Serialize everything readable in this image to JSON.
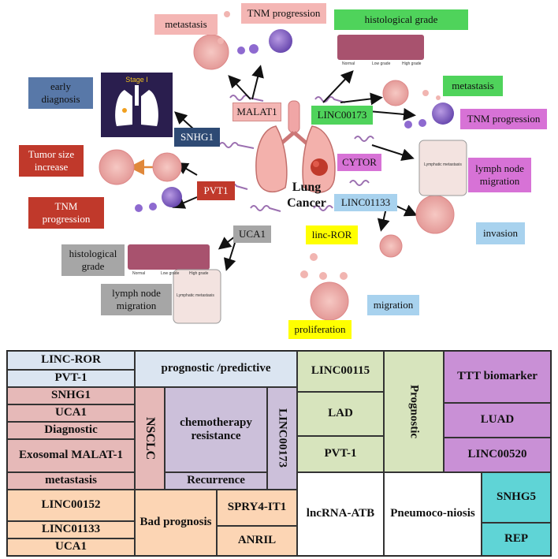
{
  "diagram": {
    "center_line1": "Lung",
    "center_line2": "Cancer",
    "stage_label": "Stage I",
    "genes": {
      "malat1": "MALAT1",
      "linc00173": "LINC00173",
      "snhg1": "SNHG1",
      "pvt1": "PVT1",
      "cytor": "CYTOR",
      "linc01133": "LINC01133",
      "uca1": "UCA1",
      "lincror": "linc-ROR"
    },
    "outcomes": {
      "metastasis_top": "metastasis",
      "tnm_top": "TNM progression",
      "histological_grade_right": "histological grade",
      "metastasis_right": "metastasis",
      "tnm_right": "TNM progression",
      "early_diagnosis": "early diagnosis",
      "tumor_size": "Tumor size increase",
      "tnm_left": "TNM progression",
      "lymph_right": "lymph node migration",
      "invasion": "invasion",
      "histological_grade_left": "histological grade",
      "lymph_left": "lymph node migration",
      "migration": "migration",
      "proliferation": "proliferation"
    },
    "grade_labels": [
      "Normal",
      "Low grade",
      "High grade"
    ],
    "lymph_label": "Lymphatic metastasis"
  },
  "table": {
    "linc_ror": "LINC-ROR",
    "pvt1_a": "PVT-1",
    "prognostic_predictive": "prognostic /predictive",
    "linc00115": "LINC00115",
    "prognostic": "Prognostic",
    "ttt_biomarker": "TTT biomarker",
    "snhg1": "SNHG1",
    "uca1_a": "UCA1",
    "diagnostic": "Diagnostic",
    "exosomal_malat1": "Exosomal MALAT-1",
    "metastasis": "metastasis",
    "nsclc": "NSCLC",
    "chemo": "chemotherapy resistance",
    "recurrence": "Recurrence",
    "linc00173": "LINC00173",
    "lad": "LAD",
    "luad": "LUAD",
    "pvt1_b": "PVT-1",
    "linc00520": "LINC00520",
    "linc00152": "LINC00152",
    "linc01133": "LINC01133",
    "uca1_b": "UCA1",
    "bad_prognosis": "Bad prognosis",
    "spry4": "SPRY4-IT1",
    "anril": "ANRIL",
    "lncrna_atb": "lncRNA-ATB",
    "pneumoconiosis": "Pneumoco-niosis",
    "snhg5": "SNHG5",
    "rep": "REP"
  },
  "colors": {
    "pink_label": "#f4b6b4",
    "green_label": "#4fd35b",
    "magenta_label": "#d772d6",
    "blue_label": "#5878a8",
    "navy_label": "#2e4a74",
    "red_label": "#c0392b",
    "gray_label": "#a6a6a6",
    "yellow_label": "#ffff00",
    "light_blue_label": "#a8d2ee"
  }
}
